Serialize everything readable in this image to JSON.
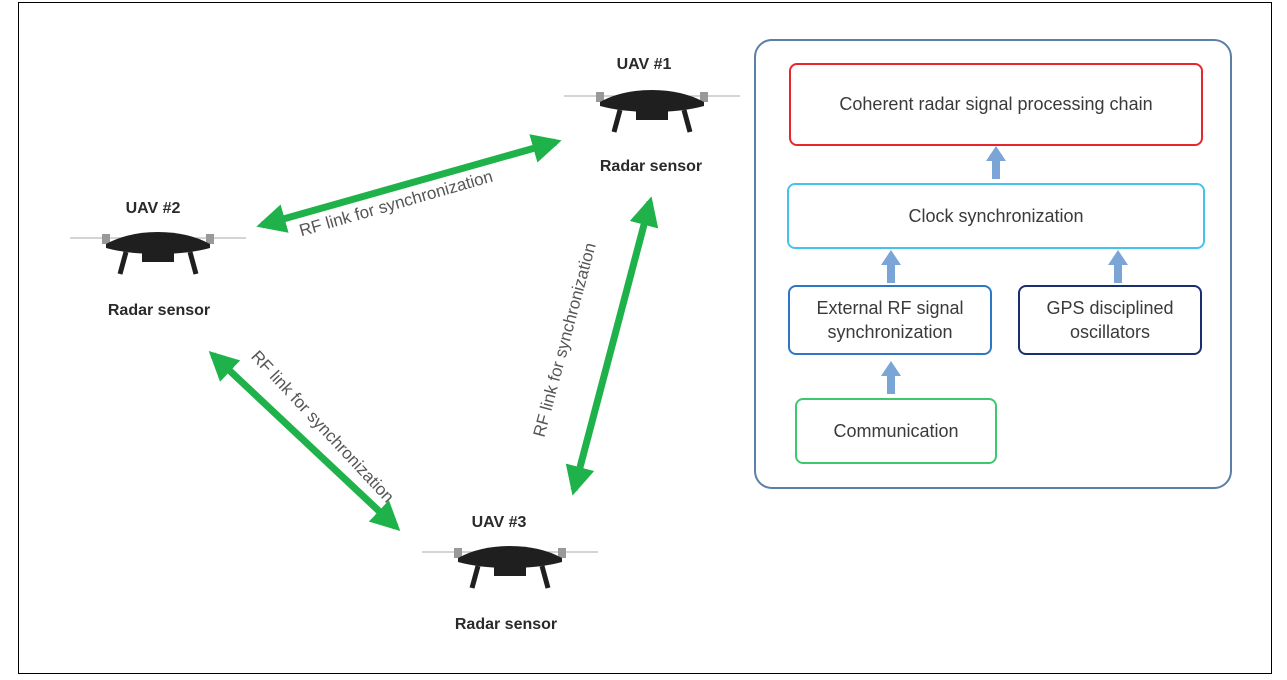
{
  "uav1": {
    "title": "UAV #1",
    "sensor": "Radar sensor"
  },
  "uav2": {
    "title": "UAV #2",
    "sensor": "Radar sensor"
  },
  "uav3": {
    "title": "UAV #3",
    "sensor": "Radar sensor"
  },
  "links": {
    "top": "RF link for synchronization",
    "right": "RF link for synchronization",
    "left": "RF link for synchronization"
  },
  "panel": {
    "processing": "Coherent radar signal processing chain",
    "clock": "Clock synchronization",
    "external_rf": "External RF signal synchronization",
    "gps": "GPS disciplined oscillators",
    "communication": "Communication"
  },
  "colors": {
    "link_arrow": "#1fb24a",
    "processing_border": "#e8262d",
    "clock_border": "#46c3ec",
    "external_rf_border": "#2d77c4",
    "gps_border": "#1a2f6e",
    "communication_border": "#3cc86b",
    "flow_arrow": "#7aa5d6",
    "panel_border": "#5b7fa6"
  },
  "icons": [
    "drone-icon",
    "double-arrow-icon",
    "up-arrow-icon"
  ]
}
